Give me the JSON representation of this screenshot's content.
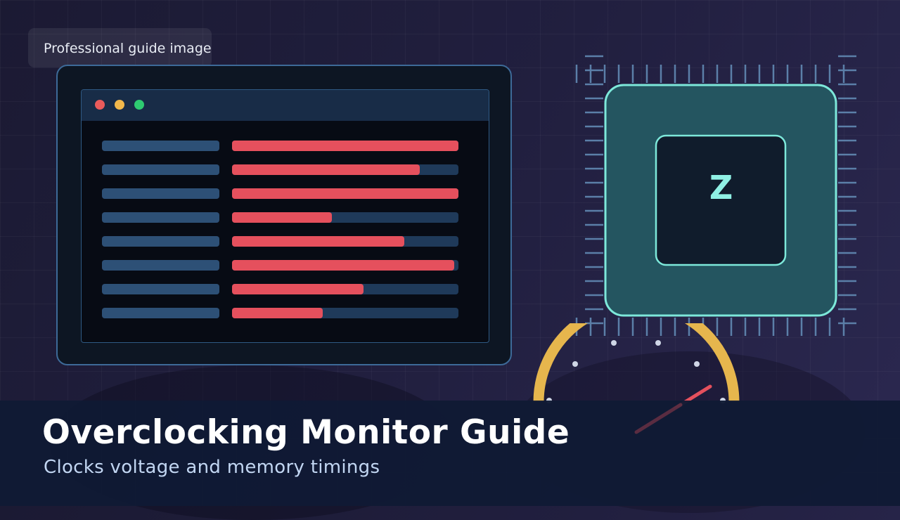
{
  "badge": {
    "label": "Professional guide image"
  },
  "window_controls": [
    {
      "name": "close",
      "color": "#ea5b5b"
    },
    {
      "name": "minimize",
      "color": "#f2b84b"
    },
    {
      "name": "maximize",
      "color": "#2ecb71"
    }
  ],
  "monitor_rows": [
    {
      "fill": 1.0
    },
    {
      "fill": 0.83
    },
    {
      "fill": 1.0
    },
    {
      "fill": 0.44
    },
    {
      "fill": 0.76
    },
    {
      "fill": 0.98
    },
    {
      "fill": 0.58
    },
    {
      "fill": 0.4
    }
  ],
  "chip": {
    "letter": "Z"
  },
  "gauge": {
    "needle_level": 0.85
  },
  "footer": {
    "title": "Overclocking Monitor Guide",
    "subtitle": "Clocks voltage and memory timings"
  },
  "colors": {
    "accent_bar": "#e5505d",
    "chip_border": "#7de8da",
    "gauge_arc": "#e6b64d"
  }
}
